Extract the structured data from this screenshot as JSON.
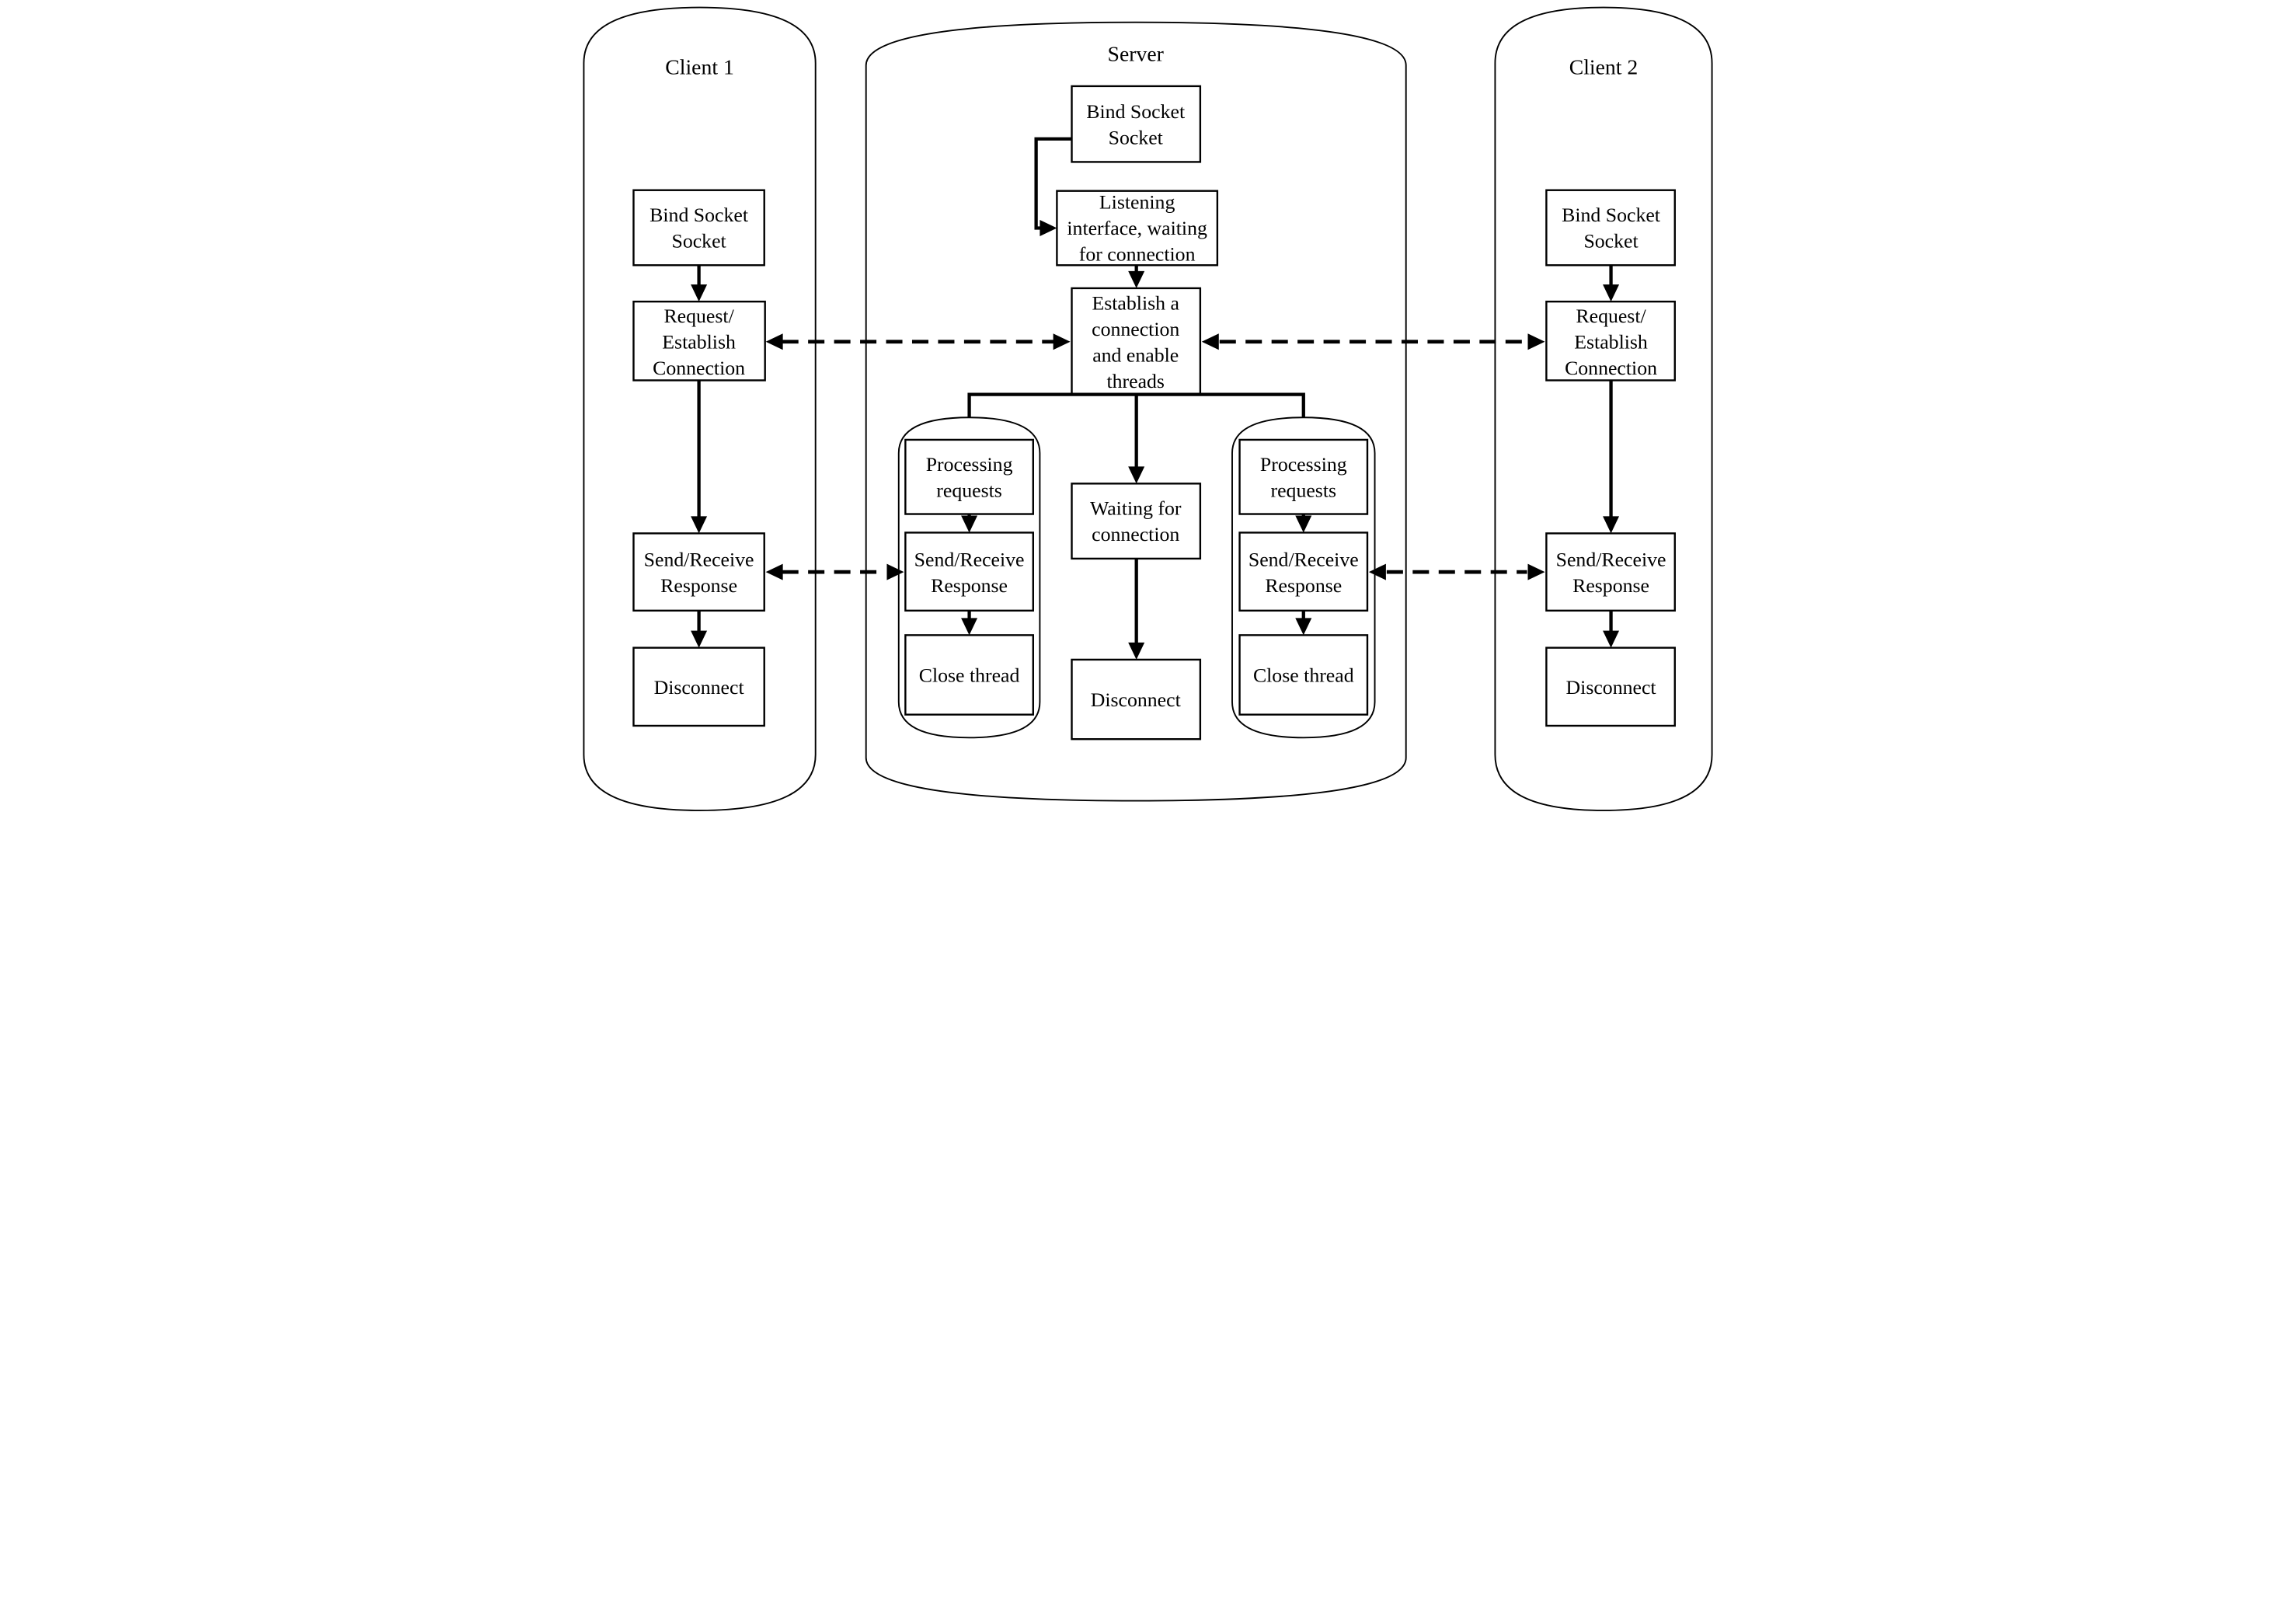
{
  "colors": {
    "ink": "#000000",
    "background": "#ffffff",
    "box_fill": "#ffffff"
  },
  "client1": {
    "title": "Client 1",
    "bind_socket": {
      "line1": "Bind Socket",
      "line2": "Socket"
    },
    "request_establish": {
      "line1": "Request/",
      "line2": "Establish",
      "line3": "Connection"
    },
    "send_receive": {
      "line1": "Send/Receive",
      "line2": "Response"
    },
    "disconnect": {
      "label": "Disconnect"
    }
  },
  "server": {
    "title": "Server",
    "bind_socket": {
      "line1": "Bind Socket",
      "line2": "Socket"
    },
    "listening": {
      "line1": "Listening",
      "line2": "interface, waiting",
      "line3": "for connection"
    },
    "establish": {
      "line1": "Establish a",
      "line2": "connection",
      "line3": "and enable",
      "line4": "threads"
    },
    "waiting": {
      "line1": "Waiting for",
      "line2": "connection"
    },
    "disconnect": {
      "label": "Disconnect"
    },
    "thread_left": {
      "processing": {
        "line1": "Processing",
        "line2": "requests"
      },
      "send_receive": {
        "line1": "Send/Receive",
        "line2": "Response"
      },
      "close_thread": {
        "label": "Close thread"
      }
    },
    "thread_right": {
      "processing": {
        "line1": "Processing",
        "line2": "requests"
      },
      "send_receive": {
        "line1": "Send/Receive",
        "line2": "Response"
      },
      "close_thread": {
        "label": "Close thread"
      }
    }
  },
  "client2": {
    "title": "Client 2",
    "bind_socket": {
      "line1": "Bind Socket",
      "line2": "Socket"
    },
    "request_establish": {
      "line1": "Request/",
      "line2": "Establish",
      "line3": "Connection"
    },
    "send_receive": {
      "line1": "Send/Receive",
      "line2": "Response"
    },
    "disconnect": {
      "label": "Disconnect"
    }
  }
}
